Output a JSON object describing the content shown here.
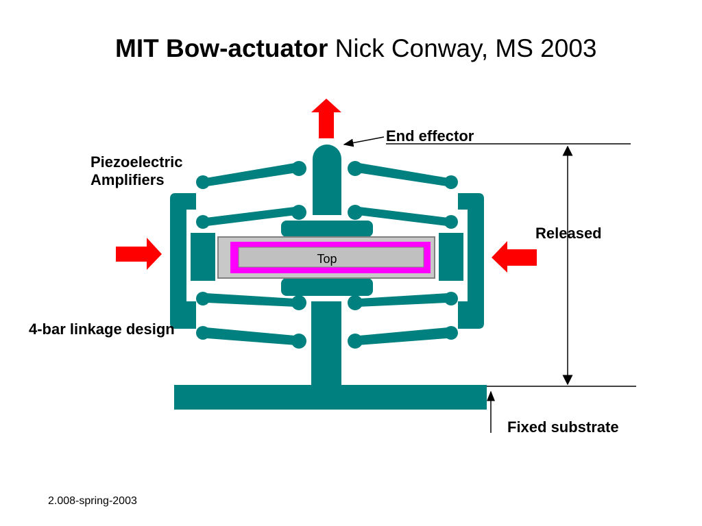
{
  "slide": {
    "title_bold": "MIT Bow-actuator",
    "title_rest": "Nick Conway, MS 2003",
    "footer": "2.008-spring-2003"
  },
  "diagram": {
    "labels": {
      "piezo_line1": "Piezoelectric",
      "piezo_line2": "Amplifiers",
      "end_effector": "End effector",
      "released": "Released",
      "linkage": "4-bar linkage design",
      "fixed_substrate": "Fixed substrate",
      "core": "Top"
    },
    "colors": {
      "structure": "#00807f",
      "force_arrows": "#ff0000",
      "piezo_border": "#ff00ff",
      "piezo_fill": "#c0c0c0",
      "lines": "#000000"
    },
    "icons": {
      "arrow_up": "arrow-up-icon",
      "arrow_right": "arrow-right-icon",
      "arrow_left": "arrow-left-icon"
    }
  }
}
